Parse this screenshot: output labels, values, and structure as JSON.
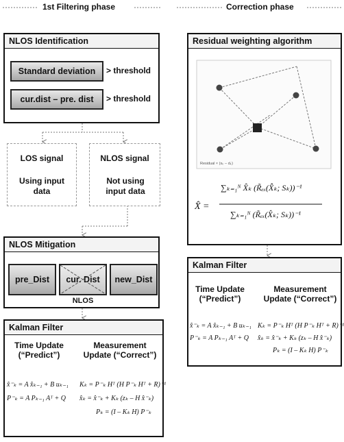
{
  "phases": {
    "left": "1st Filtering phase",
    "right": "Correction phase"
  },
  "nlos_identification": {
    "title": "NLOS Identification",
    "criteria": [
      {
        "label": "Standard deviation",
        "threshold": "> threshold"
      },
      {
        "label": "cur.dist – pre. dist",
        "threshold": "> threshold"
      }
    ]
  },
  "signals": {
    "los": {
      "title": "LOS signal",
      "note": "Using input data"
    },
    "nlos": {
      "title": "NLOS signal",
      "note": "Not using input data"
    }
  },
  "nlos_mitigation": {
    "title": "NLOS Mitigation",
    "items": [
      "pre_Dist",
      "cur. Dist",
      "new_Dist"
    ],
    "caption": "NLOS"
  },
  "kalman_left": {
    "title": "Kalman Filter",
    "time_update": "Time Update (“Predict”)",
    "measurement_update": "Measurement Update (“Correct”)",
    "eq_time": [
      "x̂⁻ₖ = A x̂ₖ₋₁ + B uₖ₋₁",
      "P⁻ₖ = A Pₖ₋₁ Aᵀ + Q"
    ],
    "eq_meas": [
      "Kₖ = P⁻ₖ Hᵀ (H P⁻ₖ Hᵀ + R)⁻¹",
      "x̂ₖ = x̂⁻ₖ + Kₖ (zₖ – H x̂⁻ₖ)",
      "Pₖ = (I – Kₖ H) P⁻ₖ"
    ]
  },
  "residual": {
    "title": "Residual weighting algorithm",
    "fig_note": "Residual × (xₖ – dₖ)",
    "formula_lhs": "X̂ =",
    "numerator": "∑ₖ₌₁ᴺ X̂ₖ (R̃ₑₓ(X̂̂ₖ; Sₖ))⁻¹",
    "denominator": "∑ₖ₌₁ᴺ (R̃ₑₓ(X̂ₖ; Sₖ))⁻¹"
  },
  "kalman_right": {
    "title": "Kalman Filter",
    "time_update": "Time Update (“Predict”)",
    "measurement_update": "Measurement Update (“Correct”)",
    "eq_time": [
      "x̂⁻ₖ = A x̂ₖ₋₁ + B uₖ₋₁",
      "P⁻ₖ = A Pₖ₋₁ Aᵀ + Q"
    ],
    "eq_meas": [
      "Kₖ = P⁻ₖ Hᵀ (H P⁻ₖ Hᵀ + R)⁻¹",
      "x̂ₖ = x̂⁻ₖ + Kₖ (zₖ – H x̂⁻ₖ)",
      "Pₖ = (I – Kₖ H) P⁻ₖ"
    ]
  }
}
